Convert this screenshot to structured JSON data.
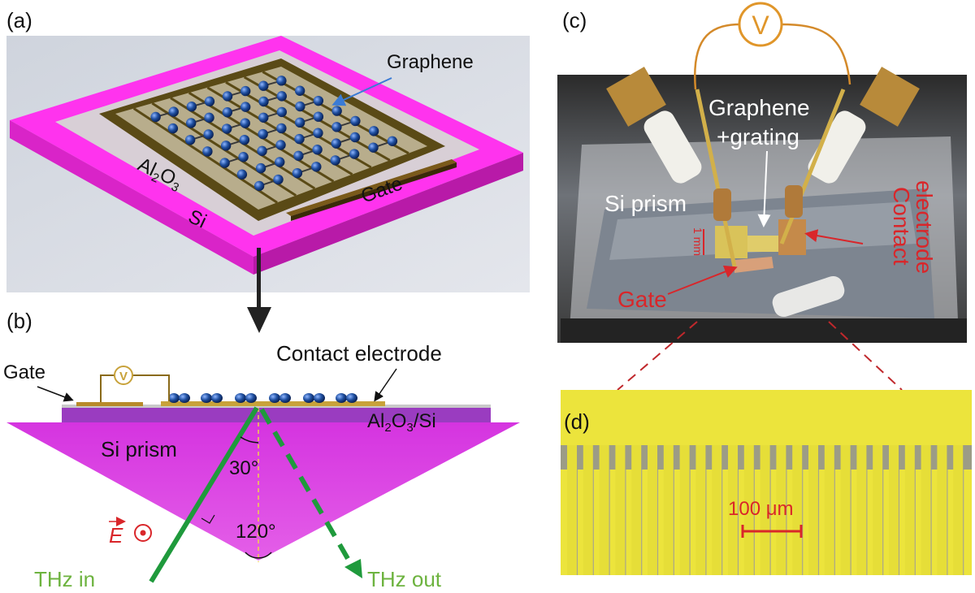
{
  "panels": {
    "a": {
      "tag": "(a)",
      "graphene_label": "Graphene",
      "al2o3_main": "Al",
      "al2o3_sub1": "2",
      "al2o3_o": "O",
      "al2o3_sub2": "3",
      "si_label": "Si",
      "gate_label": "Gate"
    },
    "b": {
      "tag": "(b)",
      "gate_label": "Gate",
      "voltmeter_label": "V",
      "contact_label": "Contact electrode",
      "substrate_main": "Al",
      "substrate_sub1": "2",
      "substrate_o": "O",
      "substrate_sub2": "3",
      "substrate_tail": "/Si",
      "prism_label": "Si prism",
      "angle_30": "30°",
      "angle_120": "120°",
      "efield_label": "E",
      "thz_in": "THz in",
      "thz_out": "THz out"
    },
    "c": {
      "tag": "(c)",
      "voltmeter_label": "V",
      "graphene_line1": "Graphene",
      "graphene_line2": "+grating",
      "prism_label": "Si prism",
      "scale_label": "1 mm",
      "gate_label": "Gate",
      "contact_line1": "Contact",
      "contact_line2": "electrode"
    },
    "d": {
      "tag": "(d)",
      "scale_label": "100 μm"
    }
  },
  "colors": {
    "magenta": "#e23fe6",
    "si_pink": "#ff33ee",
    "green": "#1f9a3c",
    "green_text": "#6db33f",
    "red": "#d9262a",
    "gold": "#c8a23a",
    "yellow": "#ece43c",
    "bead": "#1f4fa0"
  }
}
